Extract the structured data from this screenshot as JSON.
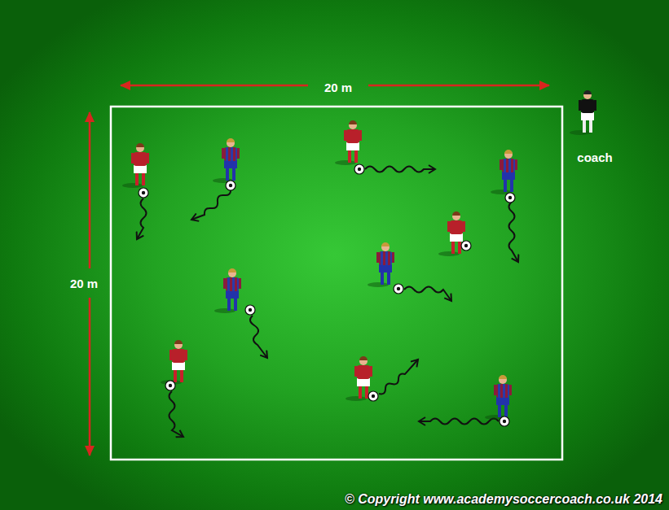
{
  "diagram": {
    "labels": [
      "20 m",
      "20 m",
      "coach",
      "© Copyright www.academysoccercoach.co.uk 2014"
    ]
  }
}
